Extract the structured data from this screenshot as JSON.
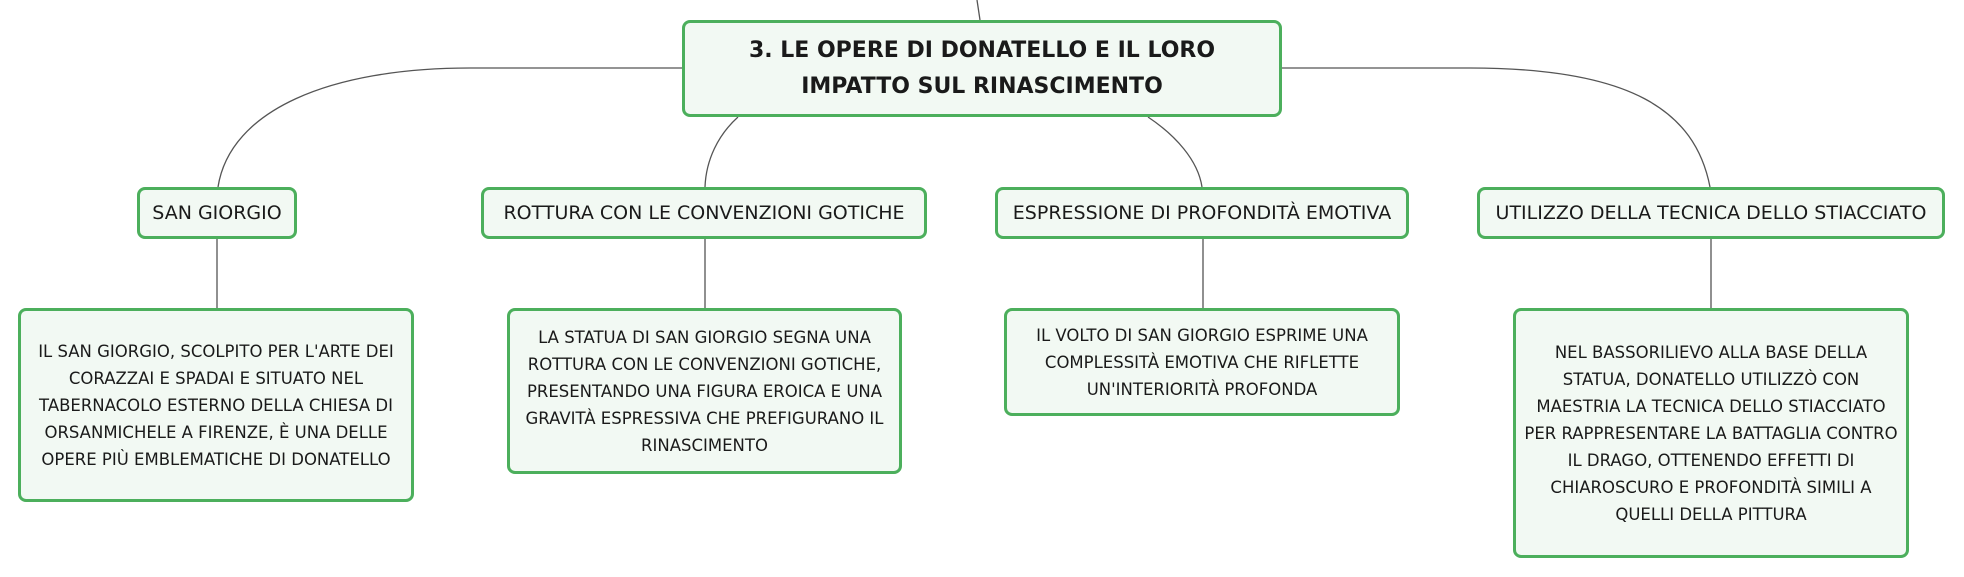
{
  "diagram": {
    "root": {
      "label": "3. LE OPERE DI DONATELLO E IL LORO IMPATTO SUL RINASCIMENTO"
    },
    "branches": [
      {
        "label": "SAN GIORGIO",
        "detail": "IL SAN GIORGIO, SCOLPITO PER L'ARTE DEI CORAZZAI E SPADAI E SITUATO NEL TABERNACOLO ESTERNO DELLA CHIESA DI ORSANMICHELE A FIRENZE, È UNA DELLE OPERE PIÙ EMBLEMATICHE DI DONATELLO"
      },
      {
        "label": "ROTTURA CON LE CONVENZIONI GOTICHE",
        "detail": "LA STATUA DI SAN GIORGIO SEGNA UNA ROTTURA CON LE CONVENZIONI GOTICHE, PRESENTANDO UNA FIGURA EROICA E UNA GRAVITÀ ESPRESSIVA CHE PREFIGURANO IL RINASCIMENTO"
      },
      {
        "label": "ESPRESSIONE DI PROFONDITÀ EMOTIVA",
        "detail": "IL VOLTO DI SAN GIORGIO ESPRIME UNA COMPLESSITÀ EMOTIVA CHE RIFLETTE UN'INTERIORITÀ PROFONDA"
      },
      {
        "label": "UTILIZZO DELLA TECNICA DELLO STIACCIATO",
        "detail": "NEL BASSORILIEVO ALLA BASE DELLA STATUA, DONATELLO UTILIZZÒ CON MAESTRIA LA TECNICA DELLO STIACCIATO PER RAPPRESENTARE LA BATTAGLIA CONTRO IL DRAGO, OTTENENDO EFFETTI DI CHIAROSCURO E PROFONDITÀ SIMILI A QUELLI DELLA PITTURA"
      }
    ]
  },
  "colors": {
    "node_border": "#4caf5c",
    "node_fill": "#f2f9f3",
    "connector": "#555555",
    "text": "#1a1a1a"
  }
}
